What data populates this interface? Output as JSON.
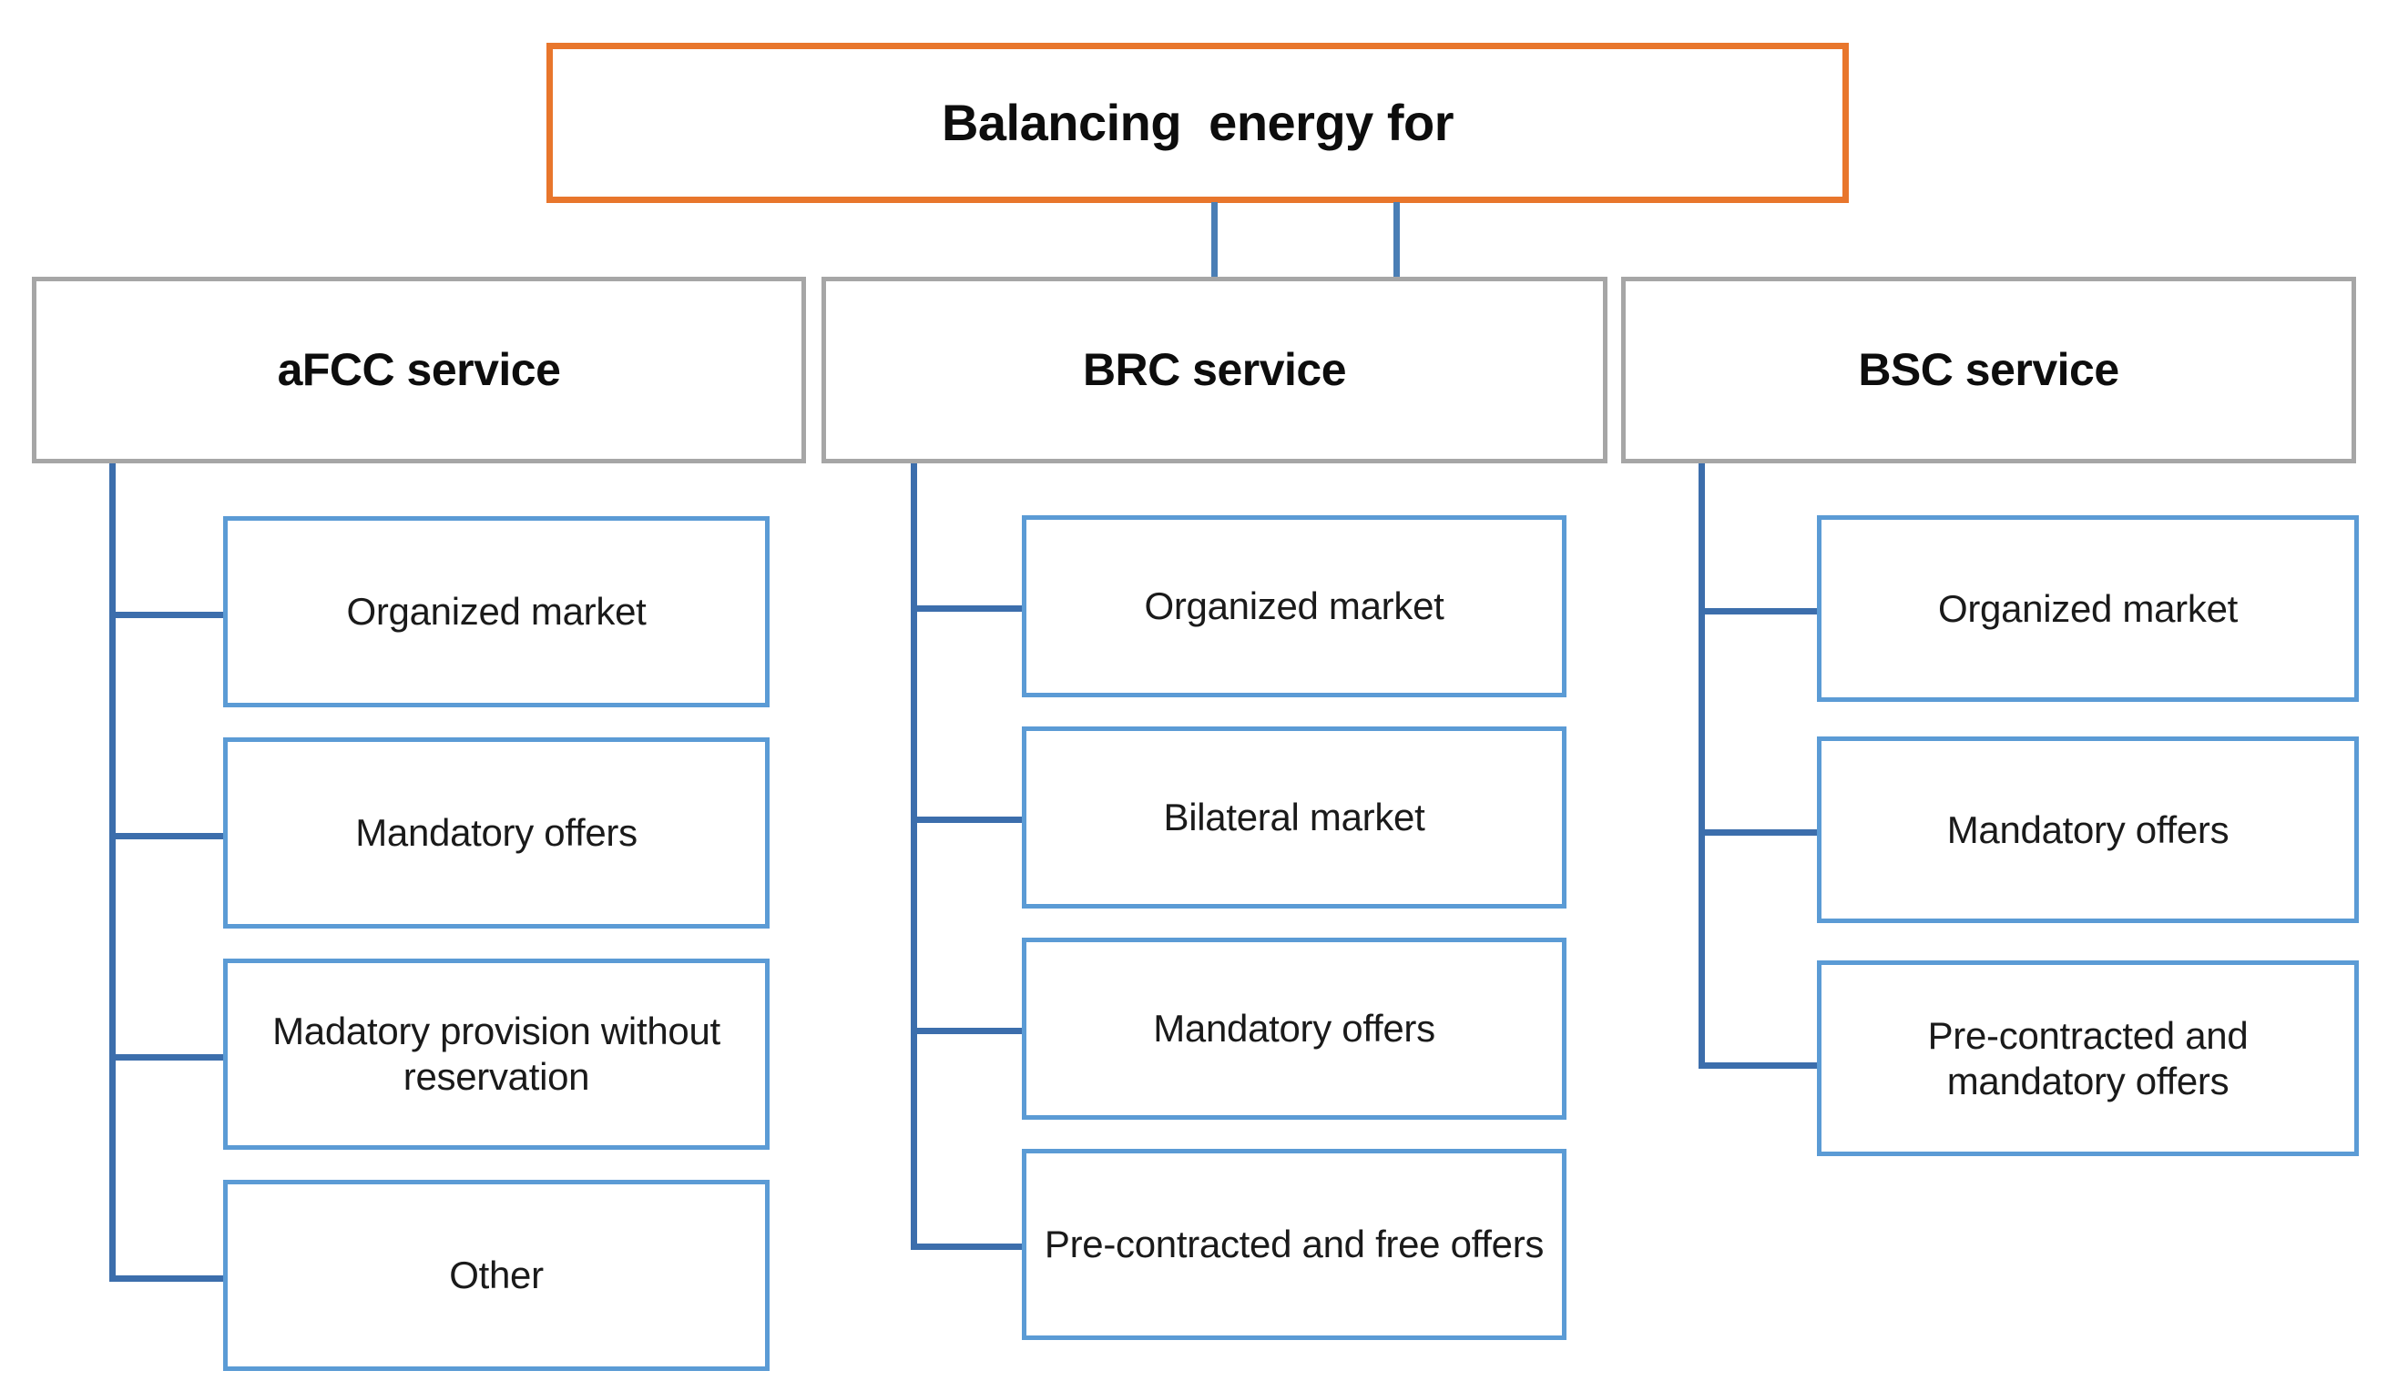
{
  "diagram": {
    "title": "Balancing energy services hierarchy",
    "colors": {
      "root_border": "#E8762C",
      "service_border": "#A6A6A6",
      "leaf_border": "#5B9BD5",
      "connector": "#3C6EAC",
      "background": "#FFFFFF",
      "text": "#0D0D0D"
    },
    "root": {
      "label": "Balancing  energy for"
    },
    "columns": [
      {
        "id": "afcc",
        "header": "aFCC service",
        "children": [
          {
            "label": "Organized market"
          },
          {
            "label": "Mandatory offers"
          },
          {
            "label": "Madatory provision without reservation"
          },
          {
            "label": "Other"
          }
        ]
      },
      {
        "id": "brc",
        "header": "BRC service",
        "children": [
          {
            "label": "Organized market"
          },
          {
            "label": "Bilateral market"
          },
          {
            "label": "Mandatory offers"
          },
          {
            "label": "Pre-contracted and free offers"
          }
        ]
      },
      {
        "id": "bsc",
        "header": "BSC service",
        "children": [
          {
            "label": "Organized market"
          },
          {
            "label": "Mandatory offers"
          },
          {
            "label": "Pre-contracted and mandatory offers"
          }
        ]
      }
    ]
  }
}
